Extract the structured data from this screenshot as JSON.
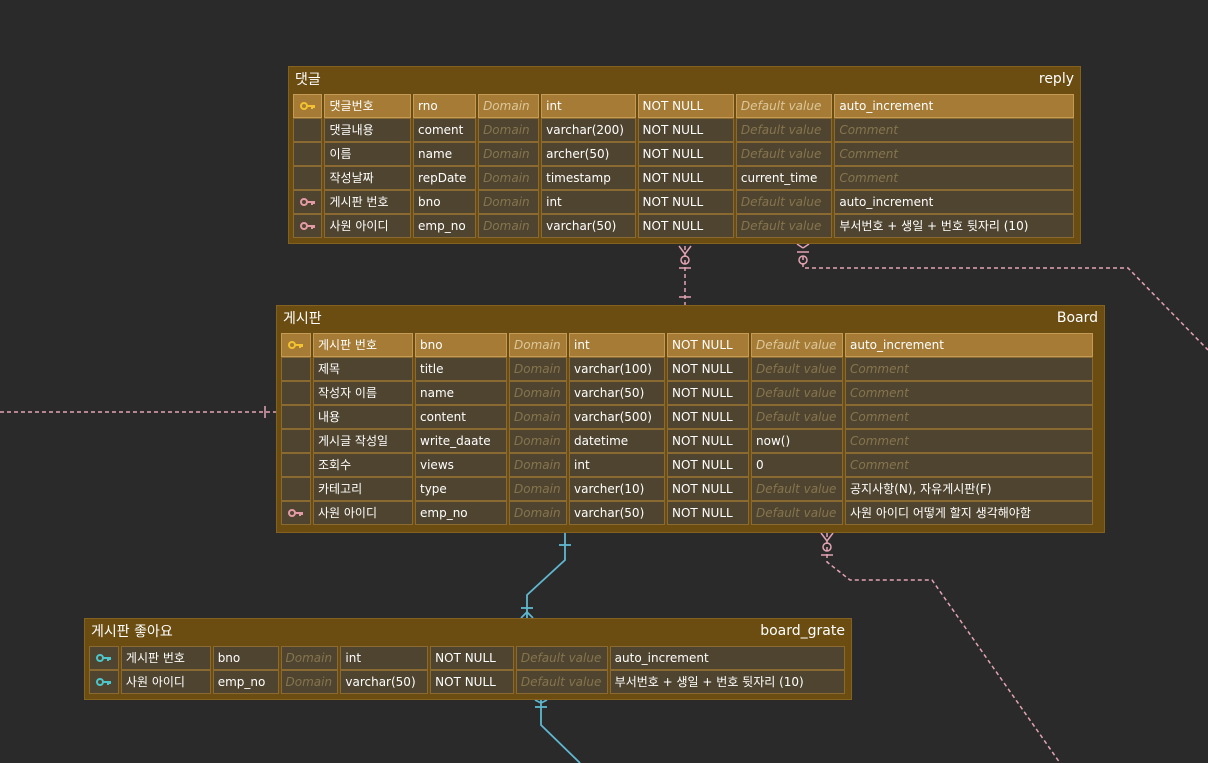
{
  "tables": [
    {
      "id": "reply",
      "logical_name": "댓글",
      "physical_name": "reply",
      "columns": [
        {
          "key": "pk",
          "logical": "댓글번호",
          "physical": "rno",
          "domain": "Domain",
          "type": "int",
          "null": "NOT NULL",
          "default": "Default value",
          "comment": "auto_increment"
        },
        {
          "key": "none",
          "logical": "댓글내용",
          "physical": "coment",
          "domain": "Domain",
          "type": "varchar(200)",
          "null": "NOT NULL",
          "default": "Default value",
          "comment": "Comment"
        },
        {
          "key": "none",
          "logical": "이름",
          "physical": "name",
          "domain": "Domain",
          "type": "archer(50)",
          "null": "NOT NULL",
          "default": "Default value",
          "comment": "Comment"
        },
        {
          "key": "none",
          "logical": "작성날짜",
          "physical": "repDate",
          "domain": "Domain",
          "type": "timestamp",
          "null": "NOT NULL",
          "default": "current_time",
          "comment": "Comment"
        },
        {
          "key": "fk",
          "logical": "게시판 번호",
          "physical": "bno",
          "domain": "Domain",
          "type": "int",
          "null": "NOT NULL",
          "default": "Default value",
          "comment": "auto_increment"
        },
        {
          "key": "fk",
          "logical": "사원 아이디",
          "physical": "emp_no",
          "domain": "Domain",
          "type": "varchar(50)",
          "null": "NOT NULL",
          "default": "Default value",
          "comment": "부서번호 + 생일 + 번호 뒷자리 (10)"
        }
      ]
    },
    {
      "id": "board",
      "logical_name": "게시판",
      "physical_name": "Board",
      "columns": [
        {
          "key": "pk",
          "logical": "게시판 번호",
          "physical": "bno",
          "domain": "Domain",
          "type": "int",
          "null": "NOT NULL",
          "default": "Default value",
          "comment": "auto_increment"
        },
        {
          "key": "none",
          "logical": "제목",
          "physical": "title",
          "domain": "Domain",
          "type": "varchar(100)",
          "null": "NOT NULL",
          "default": "Default value",
          "comment": "Comment"
        },
        {
          "key": "none",
          "logical": "작성자 이름",
          "physical": "name",
          "domain": "Domain",
          "type": "varchar(50)",
          "null": "NOT NULL",
          "default": "Default value",
          "comment": "Comment"
        },
        {
          "key": "none",
          "logical": "내용",
          "physical": "content",
          "domain": "Domain",
          "type": "varchar(500)",
          "null": "NOT NULL",
          "default": "Default value",
          "comment": "Comment"
        },
        {
          "key": "none",
          "logical": "게시글 작성일",
          "physical": "write_daate",
          "domain": "Domain",
          "type": "datetime",
          "null": "NOT NULL",
          "default": "now()",
          "comment": "Comment"
        },
        {
          "key": "none",
          "logical": "조회수",
          "physical": "views",
          "domain": "Domain",
          "type": "int",
          "null": "NOT NULL",
          "default": "0",
          "comment": "Comment"
        },
        {
          "key": "none",
          "logical": "카테고리",
          "physical": "type",
          "domain": "Domain",
          "type": "varcher(10)",
          "null": "NOT NULL",
          "default": "Default value",
          "comment": "공지사항(N), 자유게시판(F)"
        },
        {
          "key": "fk",
          "logical": "사원 아이디",
          "physical": "emp_no",
          "domain": "Domain",
          "type": "varchar(50)",
          "null": "NOT NULL",
          "default": "Default value",
          "comment": "사원 아이디 어떻게 할지 생각해야함"
        }
      ]
    },
    {
      "id": "board_grate",
      "logical_name": "게시판 좋아요",
      "physical_name": "board_grate",
      "columns": [
        {
          "key": "pfk",
          "logical": "게시판 번호",
          "physical": "bno",
          "domain": "Domain",
          "type": "int",
          "null": "NOT NULL",
          "default": "Default value",
          "comment": "auto_increment"
        },
        {
          "key": "pfk",
          "logical": "사원 아이디",
          "physical": "emp_no",
          "domain": "Domain",
          "type": "varchar(50)",
          "null": "NOT NULL",
          "default": "Default value",
          "comment": "부서번호 + 생일 + 번호 뒷자리 (10)"
        }
      ]
    }
  ],
  "dim_values": [
    "Domain",
    "Default value",
    "Comment"
  ],
  "colors": {
    "background": "#2a2a2a",
    "table_fill": "#6b4d12",
    "pk_row": "#a57b35",
    "pk_key": "#f2c230",
    "fk_key": "#e39aa7",
    "pfk_key": "#4dc5cd",
    "identifying_line": "#5fb8d0",
    "non_identifying_line": "#e3a3b3"
  }
}
